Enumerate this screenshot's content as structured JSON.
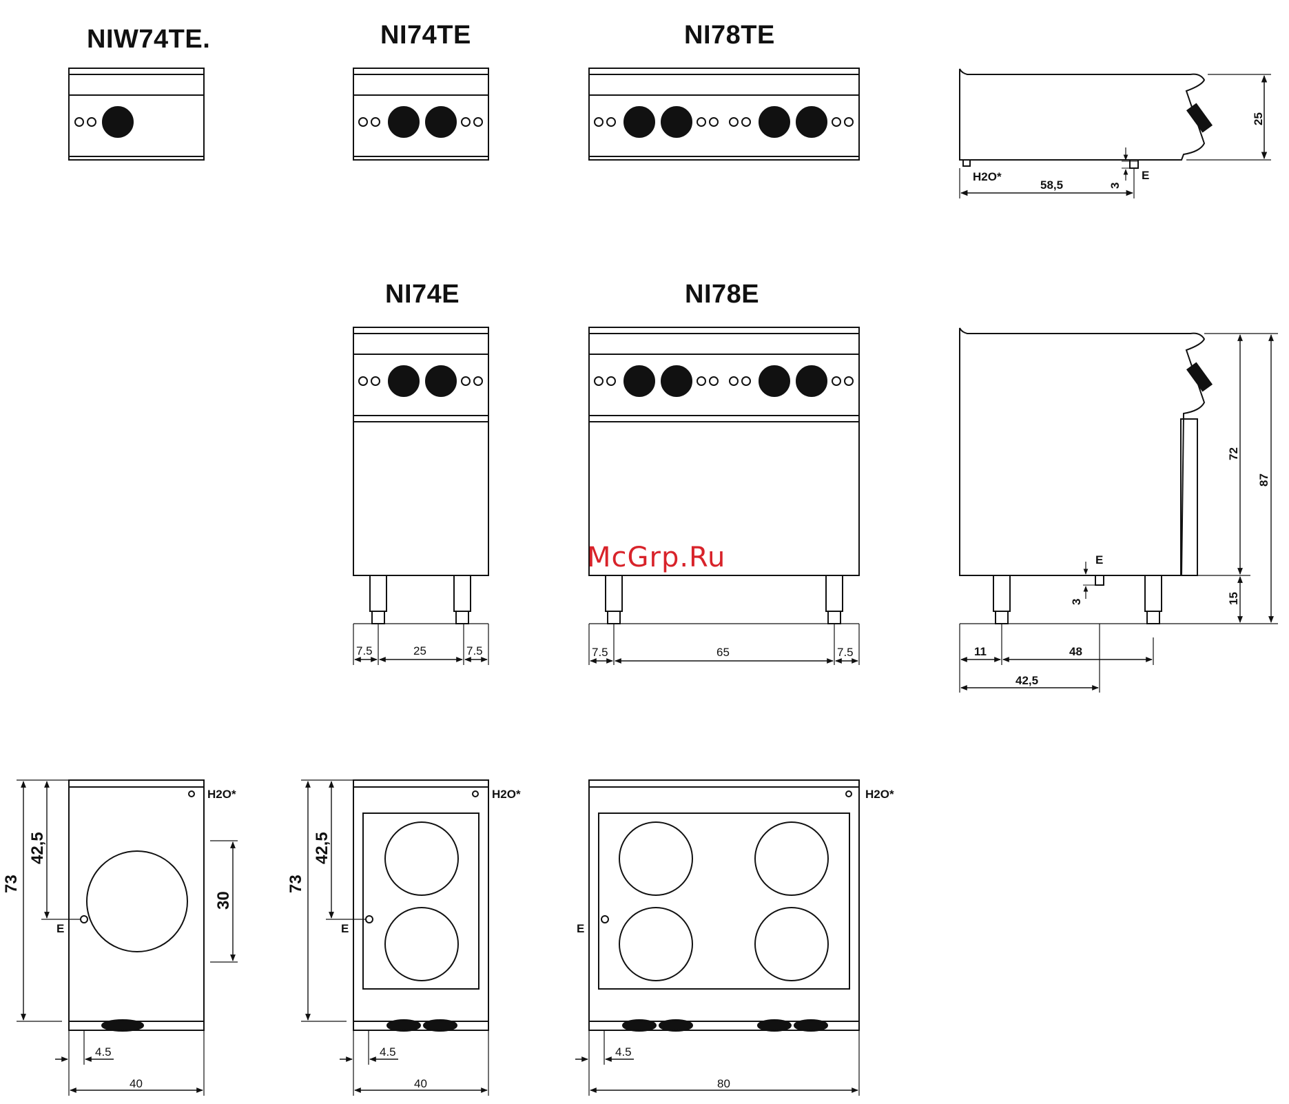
{
  "titles": {
    "niw74te": "NIW74TE.",
    "ni74te": "NI74TE",
    "ni78te": "NI78TE",
    "ni74e": "NI74E",
    "ni78e": "NI78E"
  },
  "watermark": "McGrp.Ru",
  "side_top": {
    "h2o": "H2O*",
    "depth": "58,5",
    "height": "25",
    "gap": "3",
    "e": "E"
  },
  "side_full": {
    "e": "E",
    "gap": "3",
    "body_h": "72",
    "total_h": "87",
    "leg_h": "15",
    "leg_offset": "11",
    "leg_span": "48",
    "e_offset": "42,5"
  },
  "front_ni74e": {
    "left": "7.5",
    "mid": "25",
    "right": "7.5"
  },
  "front_ni78e": {
    "left": "7.5",
    "mid": "65",
    "right": "7.5"
  },
  "plan_niw74te": {
    "depth": "73",
    "e_pos": "42,5",
    "zone": "30",
    "e": "E",
    "h2o": "H2O*",
    "offset": "4.5",
    "width": "40"
  },
  "plan_ni74te": {
    "depth": "73",
    "e_pos": "42,5",
    "e": "E",
    "h2o": "H2O*",
    "offset": "4.5",
    "width": "40"
  },
  "plan_ni78te": {
    "e": "E",
    "h2o": "H2O*",
    "offset": "4.5",
    "width": "80"
  }
}
